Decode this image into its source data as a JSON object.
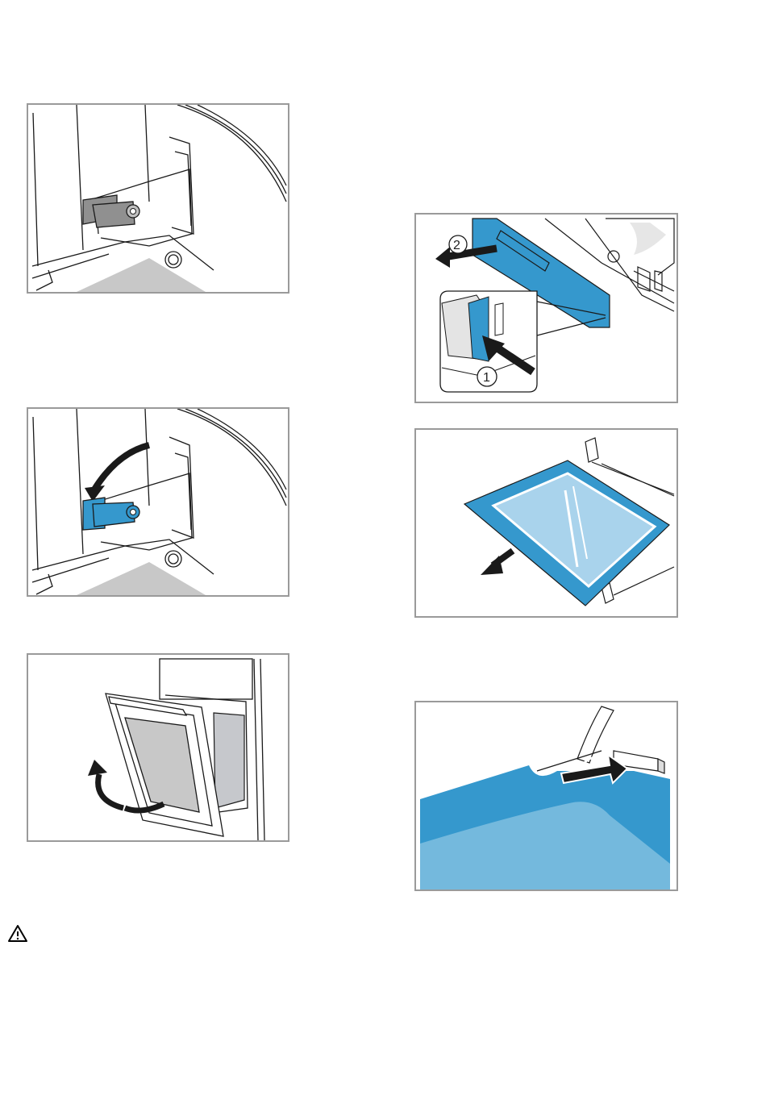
{
  "figures": [
    {
      "id": "fig-1",
      "description": "hinge-lever-closed"
    },
    {
      "id": "fig-2",
      "description": "hinge-lever-open"
    },
    {
      "id": "fig-3",
      "description": "oven-door-removal"
    },
    {
      "id": "fig-4",
      "description": "door-cover-release",
      "callouts": [
        "1",
        "2"
      ]
    },
    {
      "id": "fig-5",
      "description": "inner-glass-removal"
    },
    {
      "id": "fig-6",
      "description": "glass-insertion"
    }
  ],
  "icons": [
    "hinge-lever-icon",
    "rotate-arrow-icon",
    "warning-icon"
  ],
  "colors": {
    "accent_blue": "#3598cd",
    "light_blue": "#a9d3ec",
    "grey_fill": "#c8c8c8",
    "line": "#1a1a1a",
    "frame": "#9a9a9a"
  }
}
